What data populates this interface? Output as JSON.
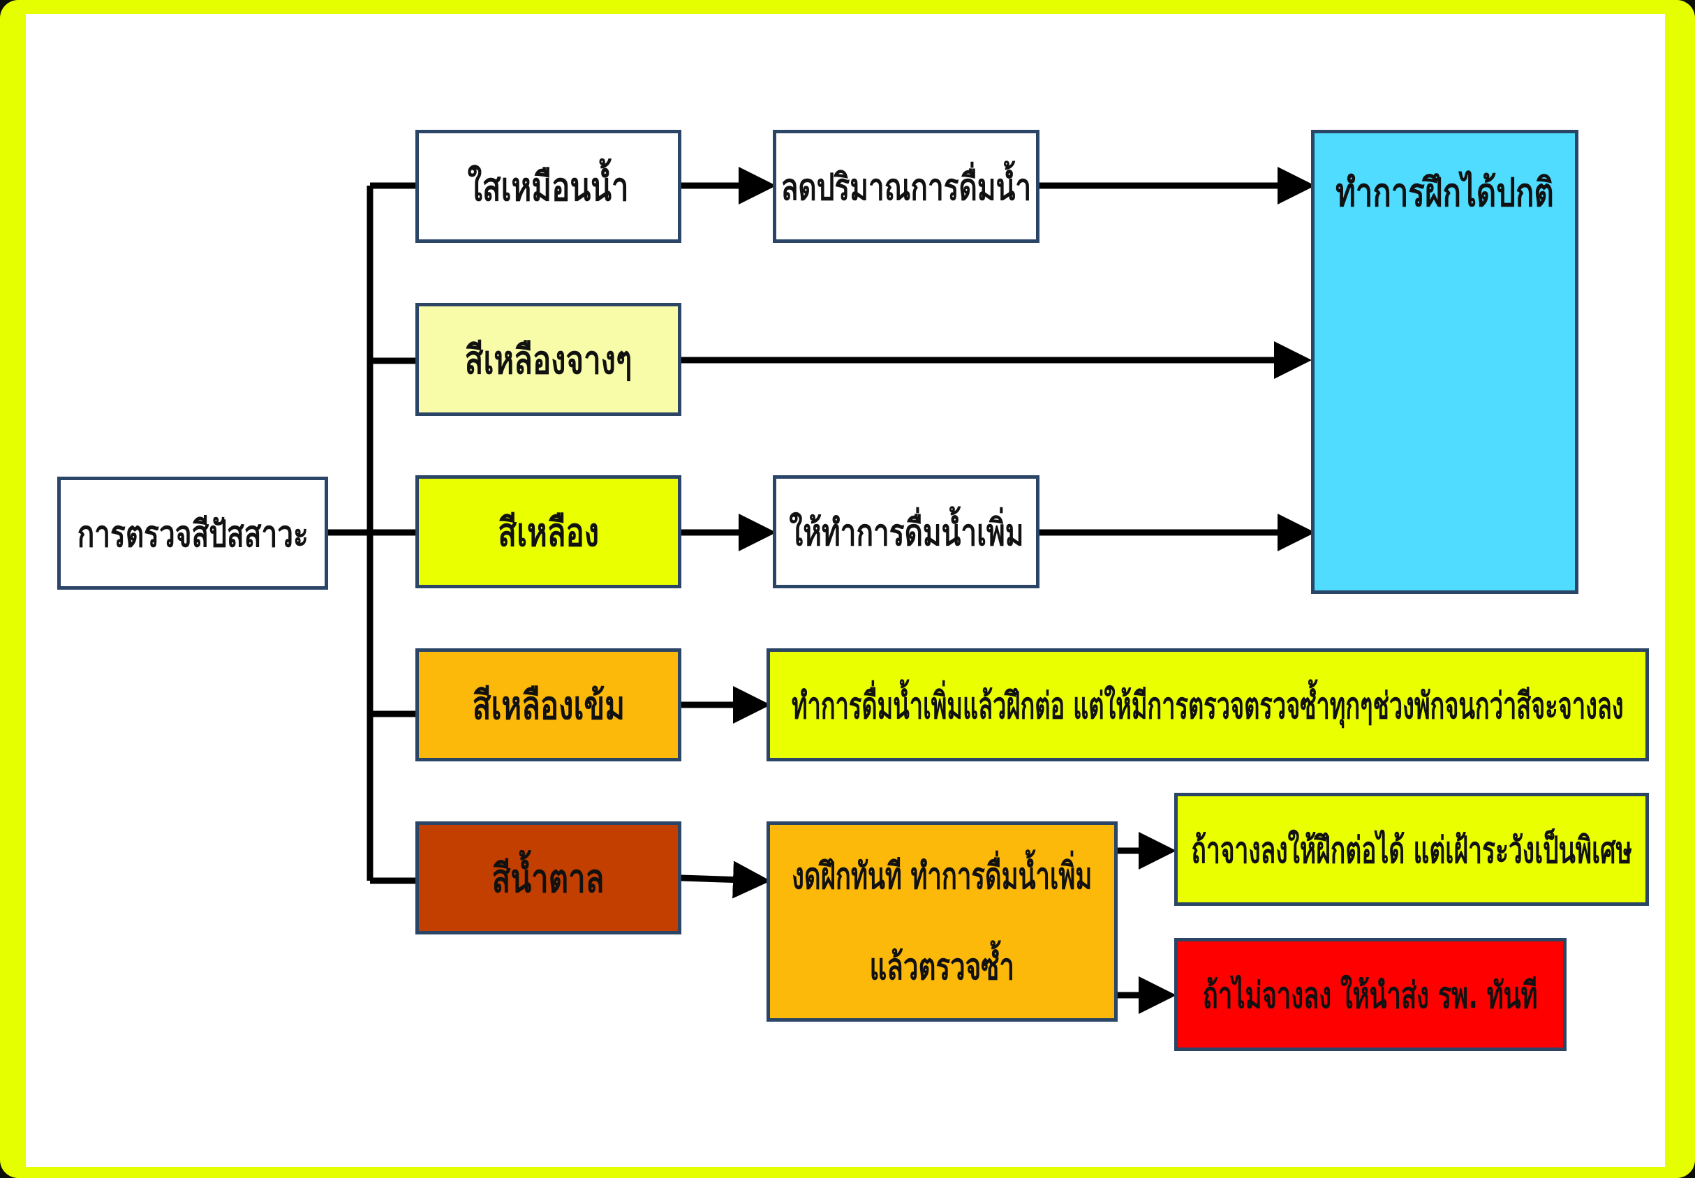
{
  "colors": {
    "frame": "#e5ff00",
    "border": "#2b4566",
    "white": "#ffffff",
    "pale_yellow": "#f8fca8",
    "yellow": "#eaff00",
    "dark_yellow": "#fdb90a",
    "brown": "#c33f00",
    "cyan": "#4fdcff",
    "red": "#ff0000"
  },
  "diagram": {
    "root": "การตรวจสีปัสสาวะ",
    "categories": [
      "ใสเหมือนน้ำ",
      "สีเหลืองจางๆ",
      "สีเหลือง",
      "สีเหลืองเข้ม",
      "สีน้ำตาล"
    ],
    "actions": {
      "reduce_water": "ลดปริมาณการดื่มน้ำ",
      "drink_more": "ให้ทำการดื่มน้ำเพิ่ม",
      "normal": "ทำการฝึกได้ปกติ",
      "dark_yellow": "ทำการดื่มน้ำเพิ่มแล้วฝึกต่อ แต่ให้มีการตรวจตรวจซ้ำทุกๆช่วงพักจนกว่าสีจะจางลง",
      "brown_line1": "งดฝึกทันที ทำการดื่มน้ำเพิ่ม",
      "brown_line2": "แล้วตรวจซ้ำ",
      "if_lighter": "ถ้าจางลงให้ฝึกต่อได้ แต่เฝ้าระวังเป็นพิเศษ",
      "if_not_lighter": "ถ้าไม่จางลง ให้นำส่ง รพ. ทันที"
    }
  }
}
